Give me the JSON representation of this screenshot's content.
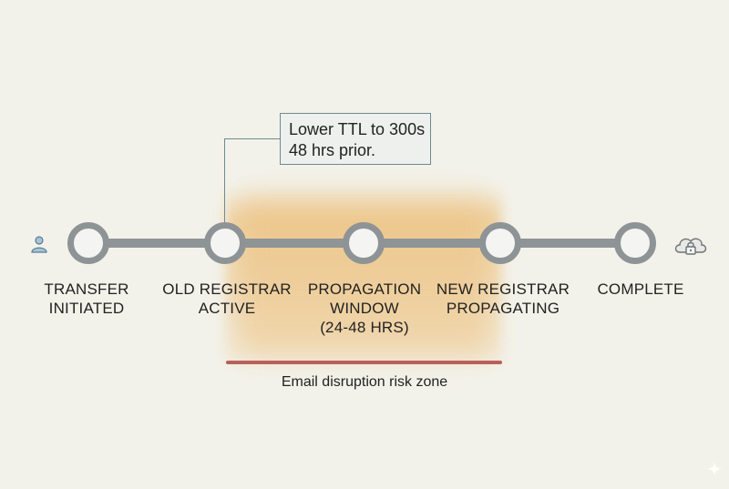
{
  "diagram": {
    "stages": [
      {
        "lines": [
          "TRANSFER",
          "INITIATED"
        ]
      },
      {
        "lines": [
          "OLD REGISTRAR",
          "ACTIVE"
        ]
      },
      {
        "lines": [
          "PROPAGATION",
          "WINDOW",
          "(24-48 HRS)"
        ]
      },
      {
        "lines": [
          "NEW REGISTRAR",
          "PROPAGATING"
        ]
      },
      {
        "lines": [
          "COMPLETE"
        ]
      }
    ],
    "callout": {
      "line1": "Lower TTL to 300s",
      "line2": "48 hrs prior."
    },
    "risk_zone": {
      "label": "Email disruption risk zone",
      "color": "#b8605c",
      "highlight_color": "#ecba6e"
    },
    "icons": {
      "start": "user-icon",
      "end": "cloud-lock-icon",
      "corner": "sparkle-icon"
    },
    "colors": {
      "track": "#8f9497",
      "node_fill": "#f4f4f2",
      "background": "#f3f2ea",
      "callout_border": "#6d8a95"
    }
  }
}
